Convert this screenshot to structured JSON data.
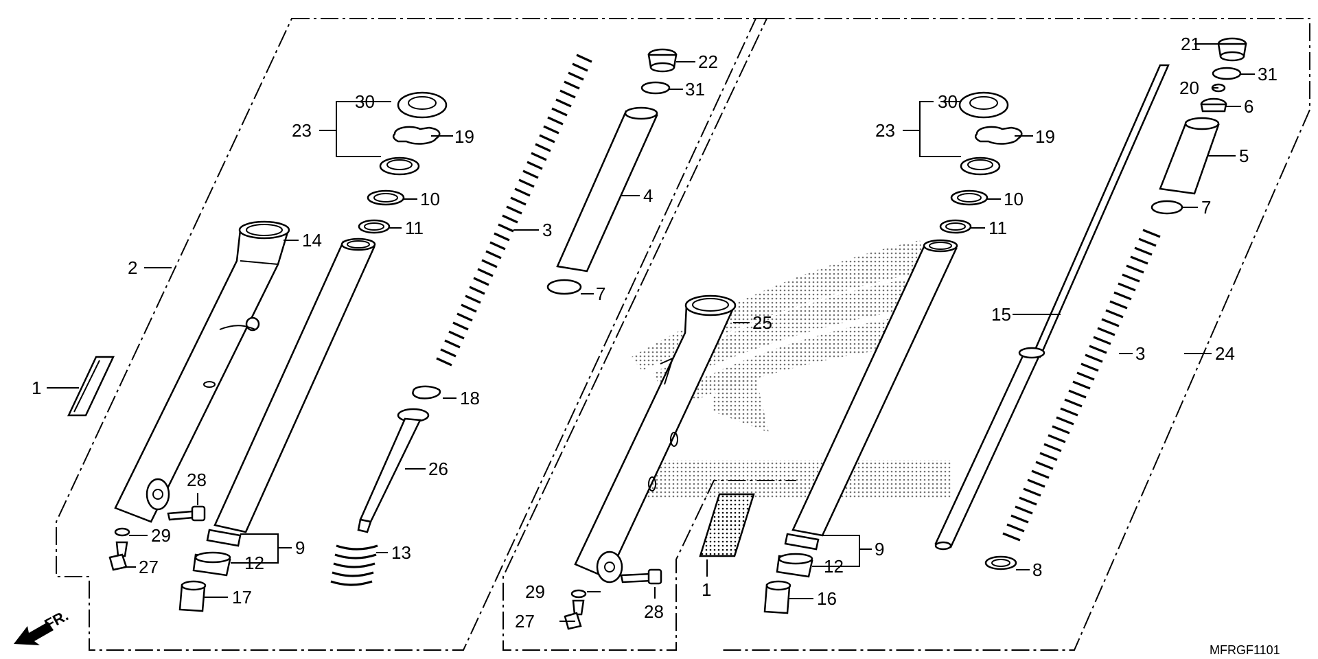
{
  "diagram": {
    "code": "MFRGF1101",
    "direction_label": "FR.",
    "labels": {
      "l1_left": "1",
      "l2": "2",
      "l3_left": "3",
      "l4": "4",
      "l7_left": "7",
      "l9_left": "9",
      "l10_left": "10",
      "l11_left": "11",
      "l12_left": "12",
      "l13": "13",
      "l14": "14",
      "l17": "17",
      "l18": "18",
      "l19_left": "19",
      "l22": "22",
      "l23_left": "23",
      "l26": "26",
      "l27_left": "27",
      "l28_left": "28",
      "l29_left": "29",
      "l30_left": "30",
      "l31_left": "31",
      "l1_right": "1",
      "l25": "25",
      "l27_right": "27",
      "l28_right": "28",
      "l29_right": "29",
      "l23_right": "23",
      "l30_right": "30",
      "l19_right": "19",
      "l10_right": "10",
      "l11_right": "11",
      "l9_right": "9",
      "l12_right": "12",
      "l16": "16",
      "l21": "21",
      "l31_right": "31",
      "l20": "20",
      "l6": "6",
      "l5": "5",
      "l7_right": "7",
      "l15": "15",
      "l3_right": "3",
      "l24": "24",
      "l8": "8"
    }
  }
}
